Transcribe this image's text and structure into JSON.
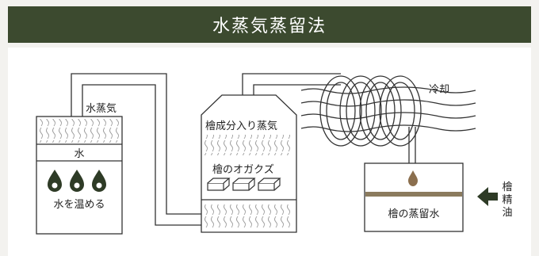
{
  "title": "水蒸気蒸留法",
  "colors": {
    "header_bg": "#3c4a2f",
    "line": "#333333",
    "accent_brown": "#8b7b5e",
    "dark_green": "#2e3b26",
    "drop": "#8b6f4e",
    "background": "#f3f2ef"
  },
  "diagram": {
    "boiler_steam_label": "水蒸気",
    "boiler_water_label": "水",
    "boiler_heat_label": "水を温める",
    "still_steam_label": "檜成分入り蒸気",
    "still_material_label": "檜のオガクズ",
    "coil_label": "冷却",
    "receiver_label": "檜の蒸留水",
    "oil_label": "檜\n精\n油",
    "oil_label_chars": [
      "檜",
      "精",
      "油"
    ]
  }
}
